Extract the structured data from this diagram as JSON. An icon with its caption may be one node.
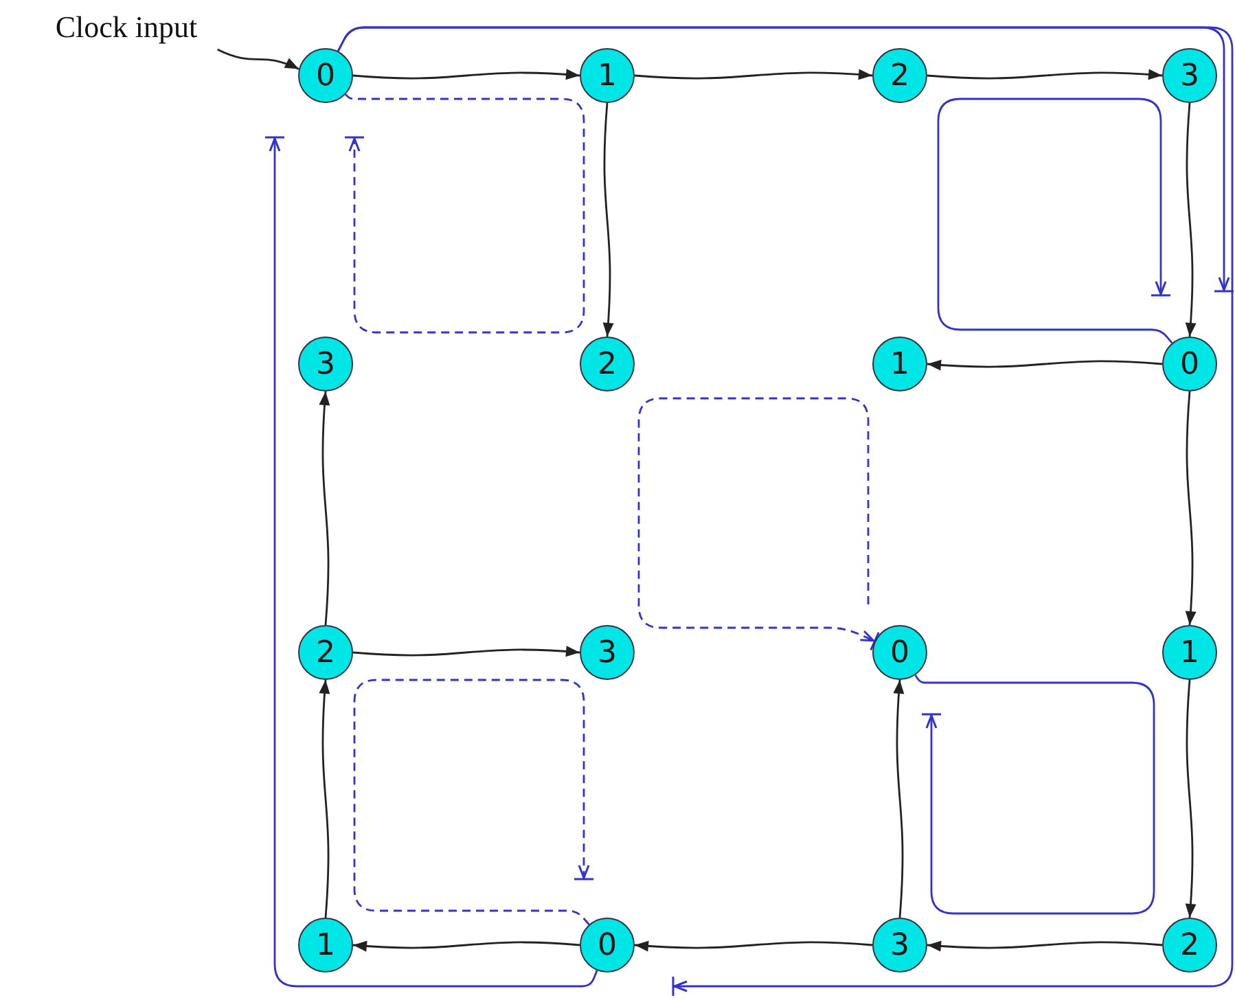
{
  "diagram": {
    "nodes": [
      {
        "text": [
          "Clock input"
        ]
      },
      {
        "text": [
          "0"
        ]
      },
      {
        "text": [
          "1"
        ]
      },
      {
        "text": [
          "2"
        ]
      },
      {
        "text": [
          "3"
        ]
      },
      {
        "text": [
          "3"
        ]
      },
      {
        "text": [
          "2"
        ]
      },
      {
        "text": [
          "1"
        ]
      },
      {
        "text": [
          "0"
        ]
      },
      {
        "text": [
          "2"
        ]
      },
      {
        "text": [
          "3"
        ]
      },
      {
        "text": [
          "0"
        ]
      },
      {
        "text": [
          "1"
        ]
      },
      {
        "text": [
          "1"
        ]
      },
      {
        "text": [
          "0"
        ]
      },
      {
        "text": [
          "3"
        ]
      },
      {
        "text": [
          "2"
        ]
      }
    ],
    "edges": [
      {
        "from": 0,
        "to": 1,
        "arrow": "to"
      },
      {
        "from": 1,
        "to": 2,
        "arrow": "to"
      },
      {
        "from": 2,
        "to": 3,
        "arrow": "to"
      },
      {
        "from": 3,
        "to": 4,
        "arrow": "to"
      },
      {
        "from": 2,
        "to": 6,
        "arrow": "to"
      },
      {
        "from": 4,
        "to": 8,
        "arrow": "to"
      },
      {
        "from": 8,
        "to": 7,
        "arrow": "to"
      },
      {
        "from": 9,
        "to": 5,
        "arrow": "to"
      },
      {
        "from": 8,
        "to": 12,
        "arrow": "to"
      },
      {
        "from": 9,
        "to": 10,
        "arrow": "to"
      },
      {
        "from": 13,
        "to": 9,
        "arrow": "to"
      },
      {
        "from": 15,
        "to": 11,
        "arrow": "to"
      },
      {
        "from": 12,
        "to": 16,
        "arrow": "to"
      },
      {
        "from": 14,
        "to": 13,
        "arrow": "to"
      },
      {
        "from": 15,
        "to": 14,
        "arrow": "to"
      },
      {
        "from": 16,
        "to": 15,
        "arrow": "to"
      },
      {
        "from": 1,
        "to": null,
        "arrow": "to",
        "color": "#3333cc"
      },
      {
        "from": 1,
        "to": null,
        "arrow": "to",
        "color": "#3333cc"
      },
      {
        "from": 1,
        "to": null,
        "arrow": "to",
        "style": "dashed",
        "color": "#3333cc"
      },
      {
        "from": 8,
        "to": null,
        "arrow": "to",
        "color": "#3333cc"
      },
      {
        "from": null,
        "to": 11,
        "arrow": "to",
        "style": "dashed",
        "color": "#3333cc"
      },
      {
        "from": 11,
        "to": null,
        "arrow": "to",
        "color": "#3333cc"
      },
      {
        "from": 14,
        "to": null,
        "arrow": "to",
        "style": "dashed",
        "color": "#3333cc"
      },
      {
        "from": 14,
        "to": null,
        "arrow": "to",
        "color": "#3333cc"
      }
    ]
  }
}
